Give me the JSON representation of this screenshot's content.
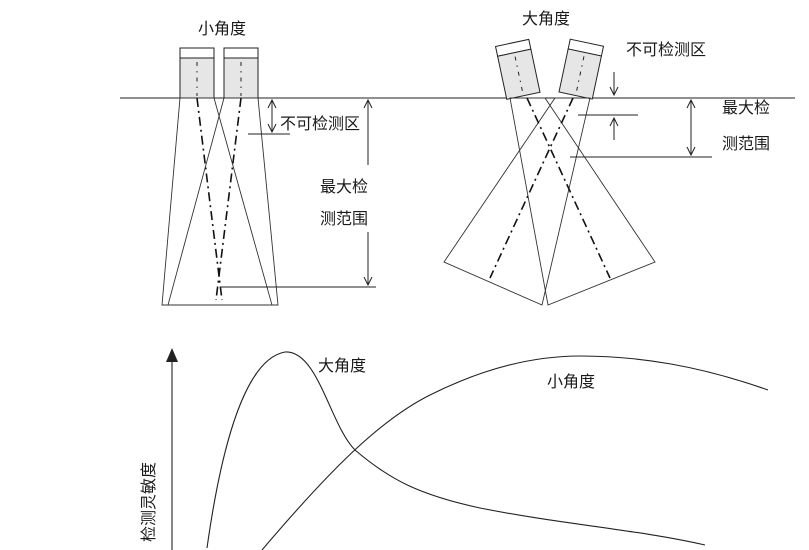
{
  "small_angle_panel": {
    "title": "小角度",
    "undetectable_label": "不可检测区",
    "range_label_line1": "最大检",
    "range_label_line2": "测范围"
  },
  "large_angle_panel": {
    "title": "大角度",
    "undetectable_label": "不可检测区",
    "range_label_line1": "最大检",
    "range_label_line2": "测范围"
  },
  "graph": {
    "ylabel": "检测灵敏度",
    "curve_large_label": "大角度",
    "curve_small_label": "小角度"
  }
}
